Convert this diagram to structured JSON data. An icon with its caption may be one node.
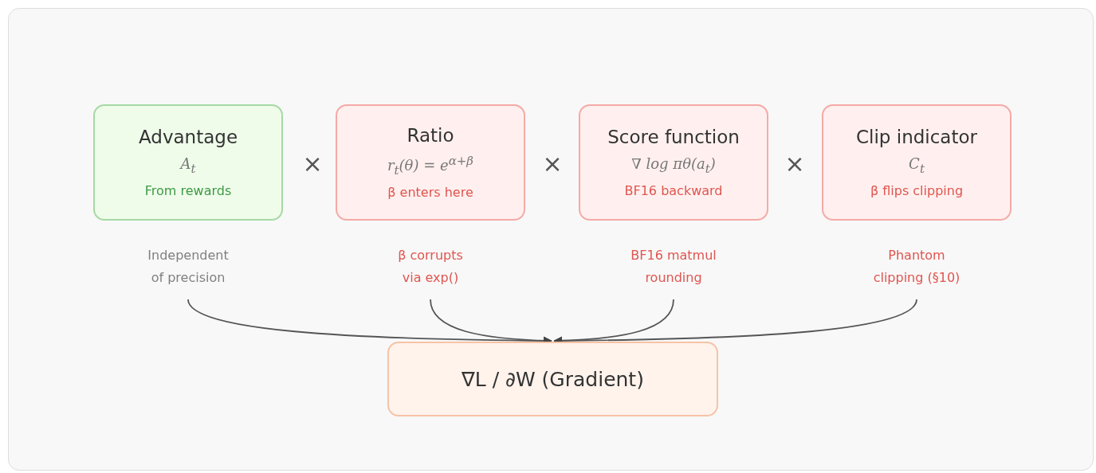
{
  "diagram": {
    "nodes": [
      {
        "text": [
          "Advantage",
          "A$_{t}$",
          "From rewards"
        ],
        "beside": [
          "Independent of precision"
        ]
      },
      {
        "text": [
          "Ratio",
          "r$_{t}$(θ) = e$^{α+β}$",
          "β enters here"
        ],
        "beside": [
          "β corrupts via exp()"
        ]
      },
      {
        "text": [
          "Score function",
          "∇ log πθ(a$_{t}$)",
          "BF16 backward"
        ],
        "beside": [
          "BF16 matmul rounding"
        ]
      },
      {
        "text": [
          "Clip indicator",
          "C$_{t}$",
          "β flips clipping"
        ],
        "beside": [
          "Phantom clipping (§10)"
        ]
      },
      {
        "text": [
          "∇L / ∂W (Gradient)"
        ]
      }
    ],
    "edges": [
      {
        "from": 0,
        "to": 4,
        "arrow": "to"
      },
      {
        "from": 1,
        "to": 4,
        "arrow": "to"
      },
      {
        "from": 2,
        "to": 4,
        "arrow": "to"
      },
      {
        "from": 3,
        "to": 4,
        "arrow": "to"
      }
    ],
    "labels": [
      "×",
      "×",
      "×"
    ]
  }
}
